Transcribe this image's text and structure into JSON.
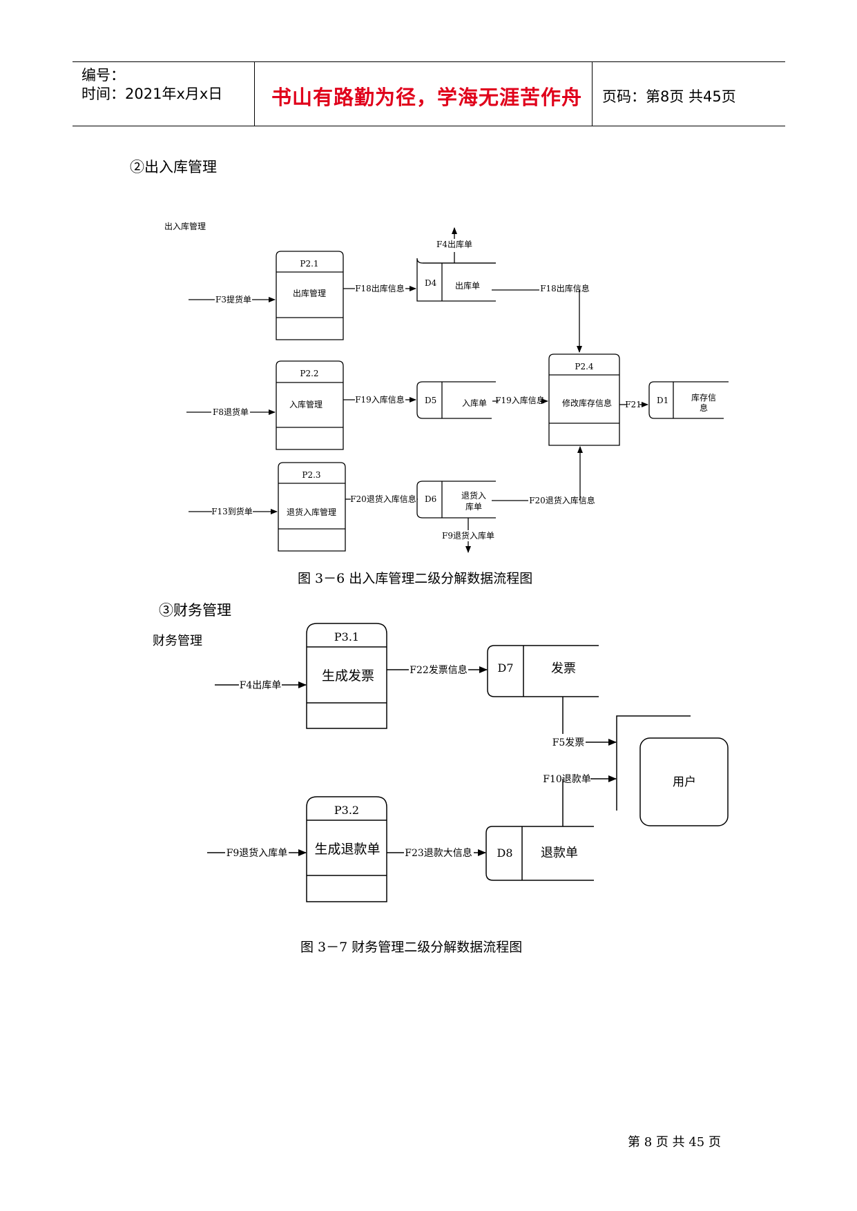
{
  "header": {
    "number_label": "编号：",
    "time_label": "时间：2021年x月x日",
    "motto": "书山有路勤为径，学海无涯苦作舟",
    "page_label": "页码：第8页  共45页"
  },
  "section2": {
    "heading": "②出入库管理",
    "diagram_title": "出入库管理",
    "processes": {
      "p21_id": "P2.1",
      "p21_name": "出库管理",
      "p22_id": "P2.2",
      "p22_name": "入库管理",
      "p23_id": "P2.3",
      "p23_name": "退货入库管理",
      "p24_id": "P2.4",
      "p24_name": "修改库存信息"
    },
    "stores": {
      "d4_id": "D4",
      "d4_name": "出库单",
      "d5_id": "D5",
      "d5_name": "入库单",
      "d6_id": "D6",
      "d6_name_1": "退货入",
      "d6_name_2": "库单",
      "d1_id": "D1",
      "d1_name_1": "库存信",
      "d1_name_2": "息"
    },
    "flows": {
      "f3": "F3提货单",
      "f8": "F8退货单",
      "f13": "F13到货单",
      "f18a": "F18出库信息",
      "f18b": "F18出库信息",
      "f19a": "F19入库信息",
      "f19b": "F19入库信息",
      "f20a": "F20退货入库信息",
      "f20b": "F20退货入库信息",
      "f4": "F4出库单",
      "f9": "F9退货入库单",
      "f21": "F21"
    },
    "caption": "图 3－6  出入库管理二级分解数据流程图"
  },
  "section3": {
    "heading": "③财务管理",
    "diagram_title": "财务管理",
    "processes": {
      "p31_id": "P3.1",
      "p31_name": "生成发票",
      "p32_id": "P3.2",
      "p32_name": "生成退款单"
    },
    "stores": {
      "d7_id": "D7",
      "d7_name": "发票",
      "d8_id": "D8",
      "d8_name": "退款单"
    },
    "entity": "用户",
    "flows": {
      "f4": "F4出库单",
      "f22": "F22发票信息",
      "f5": "F5发票",
      "f10": "F10退款单",
      "f9": "F9退货入库单",
      "f23": "F23退款大信息"
    },
    "caption": "图 3－7   财务管理二级分解数据流程图"
  },
  "footer": {
    "page_text": "第 8 页 共 45 页"
  }
}
